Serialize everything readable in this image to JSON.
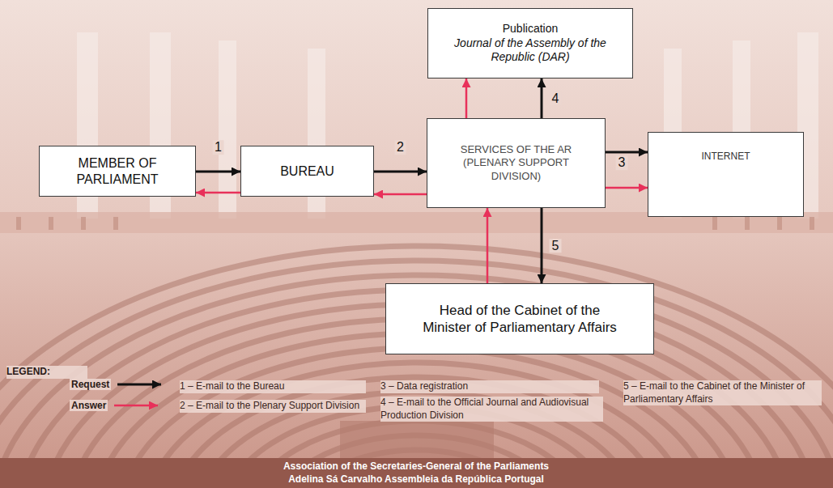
{
  "diagram": {
    "nodes": [
      {
        "text": [
          "Publication",
          "Journal of the Assembly of the Republic (DAR)"
        ]
      },
      {
        "text": [
          "MEMBER OF PARLIAMENT"
        ]
      },
      {
        "text": [
          "BUREAU"
        ]
      },
      {
        "text": [
          "SERVICES OF THE AR (PLENARY SUPPORT DIVISION)"
        ]
      },
      {
        "text": [
          "INTERNET"
        ]
      },
      {
        "text": [
          "Head of the Cabinet of the Minister of Parliamentary Affairs"
        ]
      }
    ],
    "edges": [
      {
        "from": 1,
        "to": 2,
        "arrow": "to",
        "label": "1"
      },
      {
        "from": 2,
        "to": 1,
        "arrow": "to"
      },
      {
        "from": 2,
        "to": 3,
        "arrow": "to",
        "label": "2"
      },
      {
        "from": 3,
        "to": 2,
        "arrow": "to"
      },
      {
        "from": 3,
        "to": 4,
        "arrow": "to",
        "label": "3"
      },
      {
        "from": 3,
        "to": 4,
        "arrow": "to"
      },
      {
        "from": 3,
        "to": 0,
        "arrow": "to",
        "label": "4"
      },
      {
        "from": 3,
        "to": 0,
        "arrow": "to"
      },
      {
        "from": 3,
        "to": 5,
        "arrow": "to",
        "label": "5"
      },
      {
        "from": 5,
        "to": 3,
        "arrow": "to"
      }
    ],
    "labels": [
      "LEGEND:",
      "1 – E-mail to the Bureau",
      "2 – E-mail to the Plenary Support Division",
      "3 – Data registration",
      "4 – E-mail to the Official Journal and Audiovisual Production Division",
      "5 – E-mail to the Cabinet of the Minister of Parliamentary Affairs",
      "Association of the Secretaries-General of the Parliaments",
      "Adelina Sá Carvalho Assembleia da República Portugal"
    ],
    "legend": [
      {
        "text": "Request"
      },
      {
        "text": "Answer"
      }
    ]
  }
}
